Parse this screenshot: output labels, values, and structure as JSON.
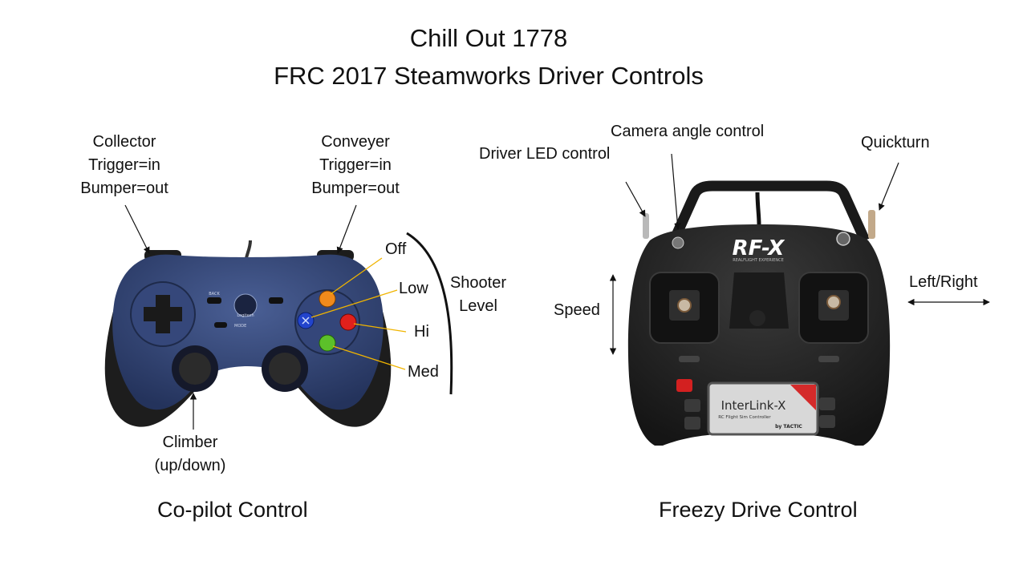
{
  "slide": {
    "title_line1": "Chill Out 1778",
    "title_line2": "FRC 2017 Steamworks Driver Controls"
  },
  "copilot": {
    "caption": "Co-pilot Control",
    "collector": [
      "Collector",
      "Trigger=in",
      "Bumper=out"
    ],
    "conveyer": [
      "Conveyer",
      "Trigger=in",
      "Bumper=out"
    ],
    "buttons": {
      "off": "Off",
      "low": "Low",
      "hi": "Hi",
      "med": "Med"
    },
    "shooter": [
      "Shooter",
      "Level"
    ],
    "climber": [
      "Climber",
      "(up/down)"
    ],
    "gamepad_logo": "Logitech",
    "gamepad_back": "BACK",
    "gamepad_mode": "MODE"
  },
  "driver": {
    "caption": "Freezy Drive Control",
    "camera": "Camera angle control",
    "led": "Driver LED control",
    "quickturn": "Quickturn",
    "speed": "Speed",
    "leftright": "Left/Right",
    "brand": "RF-X",
    "brand_sub": "REALFLIGHT EXPERIENCE",
    "screen_title": "InterLink-X",
    "screen_sub": "RC Flight Sim Controller",
    "screen_maker": "by TACTIC"
  },
  "colors": {
    "gamepad_body": "#2c3d6b",
    "btn_orange": "#f08a1c",
    "btn_blue": "#2244cc",
    "btn_red": "#e0201c",
    "btn_green": "#5cc02a",
    "leader_line": "#f0b400",
    "tx_body": "#262626"
  }
}
